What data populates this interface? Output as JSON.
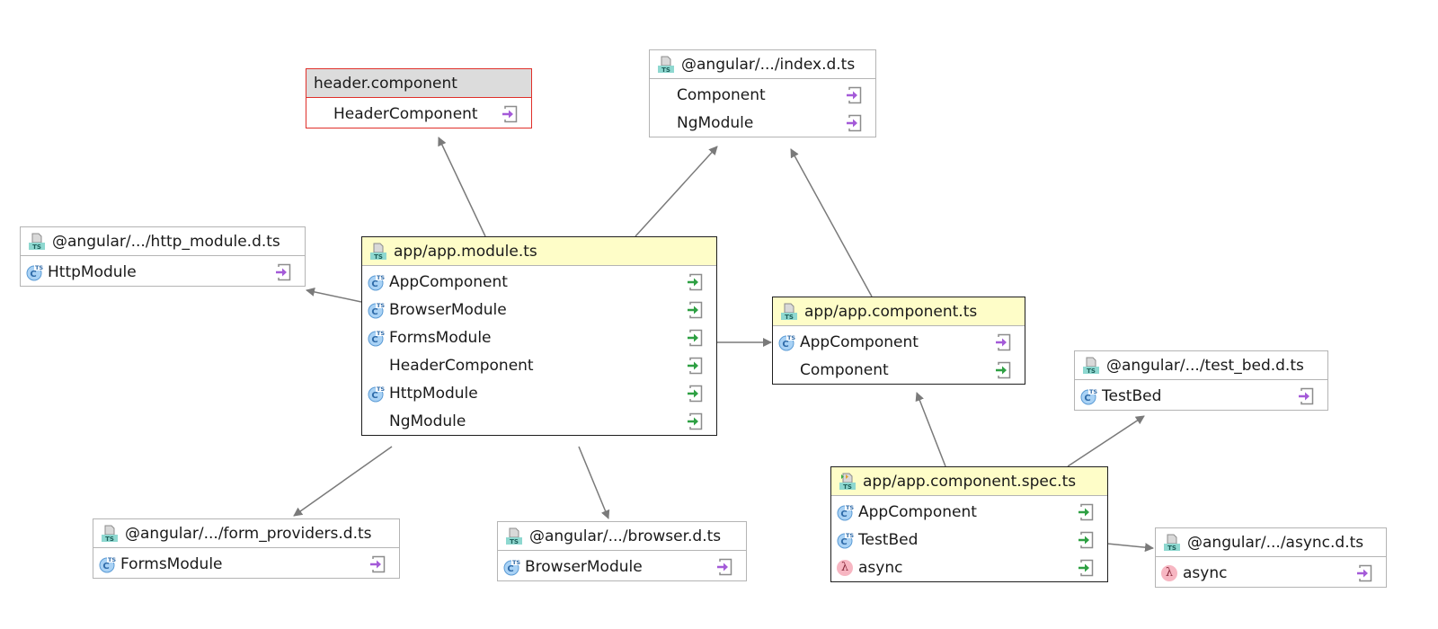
{
  "nodes": {
    "header_component": {
      "title": "header.component",
      "rows": [
        {
          "label": "HeaderComponent",
          "icon": "none",
          "dir": "export"
        }
      ]
    },
    "index_dts": {
      "title": "@angular/.../index.d.ts",
      "rows": [
        {
          "label": "Component",
          "icon": "none",
          "dir": "export"
        },
        {
          "label": "NgModule",
          "icon": "none",
          "dir": "export"
        }
      ]
    },
    "http_module_dts": {
      "title": "@angular/.../http_module.d.ts",
      "rows": [
        {
          "label": "HttpModule",
          "icon": "class",
          "dir": "export"
        }
      ]
    },
    "app_module": {
      "title": "app/app.module.ts",
      "rows": [
        {
          "label": "AppComponent",
          "icon": "class",
          "dir": "import"
        },
        {
          "label": "BrowserModule",
          "icon": "class",
          "dir": "import"
        },
        {
          "label": "FormsModule",
          "icon": "class",
          "dir": "import"
        },
        {
          "label": "HeaderComponent",
          "icon": "none",
          "dir": "import"
        },
        {
          "label": "HttpModule",
          "icon": "class",
          "dir": "import"
        },
        {
          "label": "NgModule",
          "icon": "none",
          "dir": "import"
        }
      ]
    },
    "app_component": {
      "title": "app/app.component.ts",
      "rows": [
        {
          "label": "AppComponent",
          "icon": "class",
          "dir": "export"
        },
        {
          "label": "Component",
          "icon": "none",
          "dir": "import"
        }
      ]
    },
    "test_bed_dts": {
      "title": "@angular/.../test_bed.d.ts",
      "rows": [
        {
          "label": "TestBed",
          "icon": "class",
          "dir": "export"
        }
      ]
    },
    "form_providers_dts": {
      "title": "@angular/.../form_providers.d.ts",
      "rows": [
        {
          "label": "FormsModule",
          "icon": "class",
          "dir": "export"
        }
      ]
    },
    "browser_dts": {
      "title": "@angular/.../browser.d.ts",
      "rows": [
        {
          "label": "BrowserModule",
          "icon": "class",
          "dir": "export"
        }
      ]
    },
    "app_component_spec": {
      "title": "app/app.component.spec.ts",
      "rows": [
        {
          "label": "AppComponent",
          "icon": "class",
          "dir": "import"
        },
        {
          "label": "TestBed",
          "icon": "class",
          "dir": "import"
        },
        {
          "label": "async",
          "icon": "lambda",
          "dir": "import"
        }
      ]
    },
    "async_dts": {
      "title": "@angular/.../async.d.ts",
      "rows": [
        {
          "label": "async",
          "icon": "lambda",
          "dir": "export"
        }
      ]
    }
  },
  "icons": {
    "lambda_glyph": "λ"
  },
  "colors": {
    "main_header_bg": "#fefdc8",
    "selected_border": "#e0302a",
    "edge": "#7a7a7a",
    "import_arrow": "#2ea043",
    "export_arrow": "#a45ad8"
  }
}
